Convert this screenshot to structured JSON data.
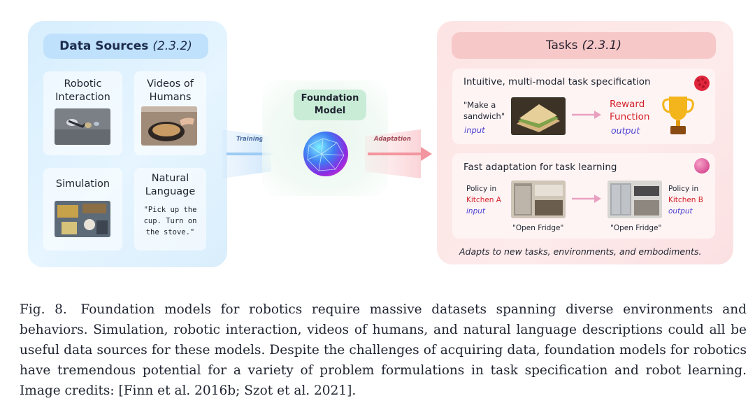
{
  "data_sources": {
    "title": "Data Sources",
    "section": "(2.3.2)",
    "robotic_interaction": "Robotic\nInteraction",
    "robotic_l1": "Robotic",
    "robotic_l2": "Interaction",
    "videos_l1": "Videos of",
    "videos_l2": "Humans",
    "simulation": "Simulation",
    "natural_l1": "Natural",
    "natural_l2": "Language",
    "quote_l1": "\"Pick up the",
    "quote_l2": "cup. Turn on",
    "quote_l3": "the stove.\""
  },
  "foundation": {
    "line1": "Foundation",
    "line2": "Model"
  },
  "arrows": {
    "training": "Training",
    "adaptation": "Adaptation"
  },
  "tasks": {
    "title": "Tasks",
    "section": "(2.3.1)",
    "spec": {
      "title": "Intuitive, multi-modal task specification",
      "quote_l1": "\"Make a",
      "quote_l2": "sandwich\"",
      "input": "input",
      "reward_l1": "Reward",
      "reward_l2": "Function",
      "output": "output"
    },
    "adapt": {
      "title": "Fast adaptation for task learning",
      "policy_in": "Policy in",
      "kitchen_a": "Kitchen A",
      "input": "input",
      "kitchen_b": "Kitchen B",
      "output": "output",
      "open_fridge_1": "\"Open Fridge\"",
      "open_fridge_2": "\"Open Fridge\""
    },
    "footer": "Adapts to new tasks, environments, and embodiments."
  },
  "caption": {
    "label": "Fig. 8.",
    "text": "Foundation models for robotics require massive datasets spanning diverse environments and behaviors. Simulation, robotic interaction, videos of humans, and natural language descriptions could all be useful data sources for these models. Despite the challenges of acquiring data, foundation models for robotics have tremendous potential for a variety of problem formulations in task specification and robot learning. Image credits: [Finn et al. 2016b; Szot et al. 2021]."
  },
  "colors": {
    "left_panel": "#d7eefe",
    "right_panel": "#fde4e4",
    "foundation_header": "#c9ecd7",
    "io_text": "#4b3fd1",
    "kitchen_text": "#d2232a"
  }
}
